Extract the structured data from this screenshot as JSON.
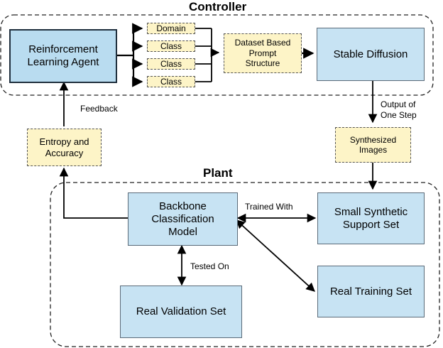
{
  "sections": {
    "controller": "Controller",
    "plant": "Plant"
  },
  "nodes": {
    "rl_agent": "Reinforcement\nLearning Agent",
    "domain": "Domain",
    "class_1": "Class",
    "class_2": "Class",
    "class_3": "Class",
    "prompt_structure": "Dataset Based\nPrompt\nStructure",
    "stable_diffusion": "Stable Diffusion",
    "entropy_accuracy": "Entropy and\nAccuracy",
    "synthesized_images": "Synthesized\nImages",
    "backbone": "Backbone\nClassification\nModel",
    "small_synthetic": "Small Synthetic\nSupport Set",
    "real_training": "Real Training Set",
    "real_validation": "Real Validation Set"
  },
  "edge_labels": {
    "feedback": "Feedback",
    "output_one_step": "Output of\nOne Step",
    "trained_with": "Trained With",
    "tested_on": "Tested On"
  },
  "colors": {
    "process_fill": "#c7e3f3",
    "signal_fill": "#fdf4c7",
    "stroke": "#000000"
  }
}
